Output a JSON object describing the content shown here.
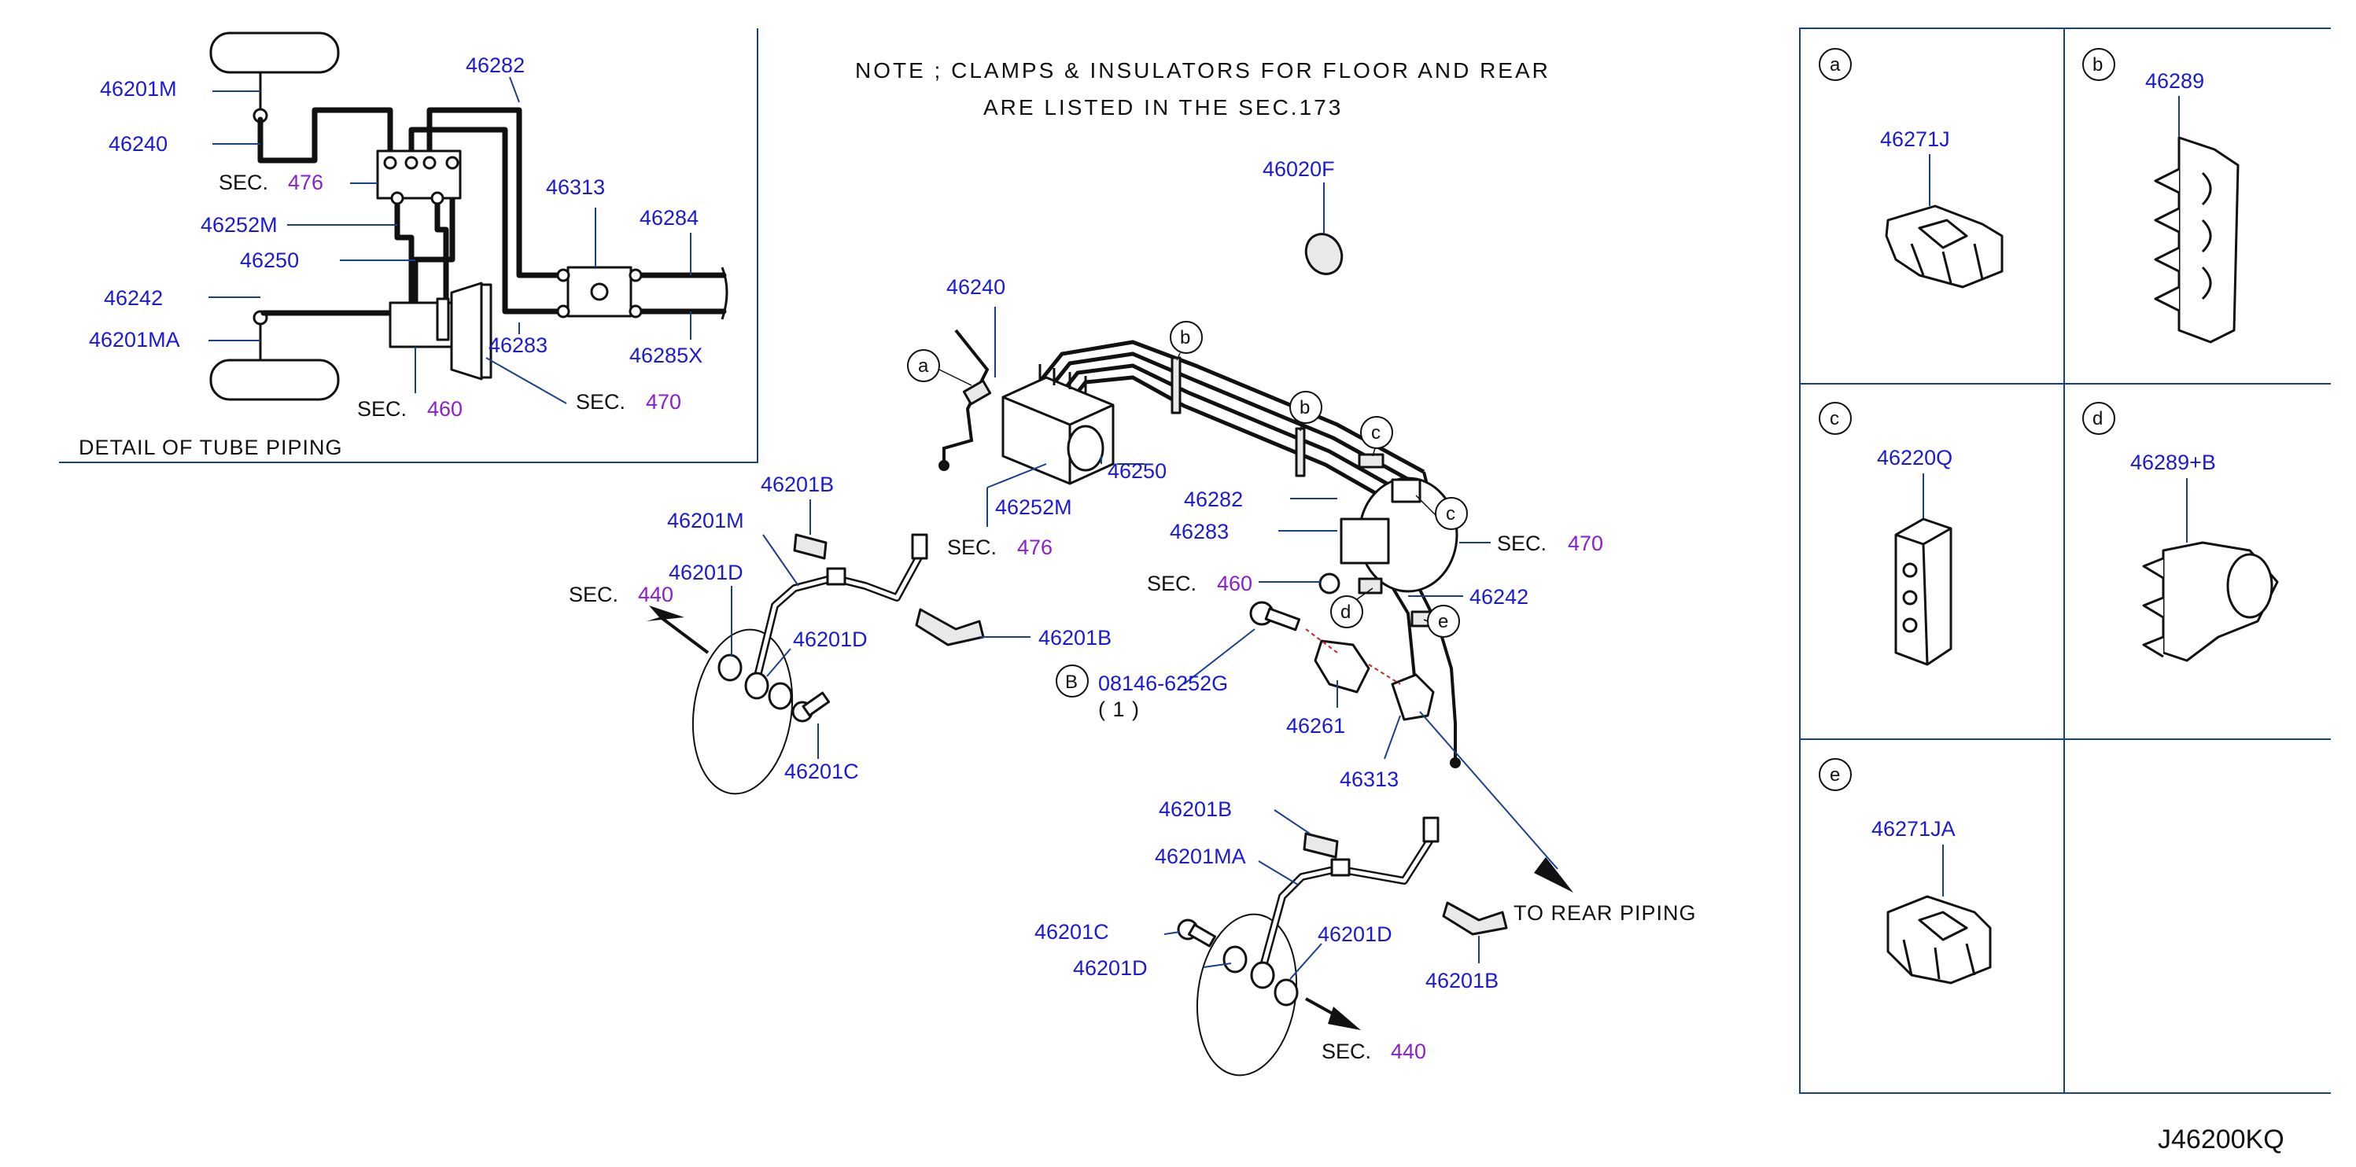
{
  "note": {
    "line1": "NOTE ; CLAMPS & INSULATORS FOR FLOOR AND REAR",
    "line2": "ARE LISTED IN THE SEC.173"
  },
  "detail": {
    "caption": "DETAIL OF TUBE PIPING",
    "labels": {
      "p46201M": "46201M",
      "p46240": "46240",
      "p46282": "46282",
      "p46313": "46313",
      "p46284": "46284",
      "p46252M": "46252M",
      "p46250": "46250",
      "p46242": "46242",
      "p46201MA": "46201MA",
      "p46283": "46283",
      "p46285X": "46285X"
    },
    "sec476": {
      "prefix": "SEC.",
      "num": "476"
    },
    "sec460": {
      "prefix": "SEC.",
      "num": "460"
    },
    "sec470": {
      "prefix": "SEC.",
      "num": "470"
    }
  },
  "main": {
    "labels": {
      "p46020F": "46020F",
      "p46240": "46240",
      "p46250": "46250",
      "p46252M": "46252M",
      "p46282": "46282",
      "p46283": "46283",
      "p46242": "46242",
      "p46261": "46261",
      "p46313": "46313",
      "p08146": "08146-6252G",
      "qty": "( 1 )",
      "bolt_marker": "B"
    },
    "sec476": {
      "prefix": "SEC.",
      "num": "476"
    },
    "sec460": {
      "prefix": "SEC.",
      "num": "460"
    },
    "sec470": {
      "prefix": "SEC.",
      "num": "470"
    },
    "callouts": [
      "a",
      "b",
      "b",
      "c",
      "c",
      "d",
      "e"
    ],
    "rear_piping": "TO REAR PIPING"
  },
  "front_left": {
    "labels": {
      "p46201B_top": "46201B",
      "p46201M": "46201M",
      "p46201D_a": "46201D",
      "p46201D_b": "46201D",
      "p46201B_side": "46201B",
      "p46201C": "46201C"
    },
    "sec440": {
      "prefix": "SEC.",
      "num": "440"
    }
  },
  "front_right": {
    "labels": {
      "p46201B_top": "46201B",
      "p46201MA": "46201MA",
      "p46201C": "46201C",
      "p46201D_a": "46201D",
      "p46201D_b": "46201D",
      "p46201B_side": "46201B"
    },
    "sec440": {
      "prefix": "SEC.",
      "num": "440"
    }
  },
  "panels": [
    {
      "letter": "a",
      "part": "46271J"
    },
    {
      "letter": "b",
      "part": "46289"
    },
    {
      "letter": "c",
      "part": "46220Q"
    },
    {
      "letter": "d",
      "part": "46289+B"
    },
    {
      "letter": "e",
      "part": "46271JA"
    }
  ],
  "diagram_code": "J46200KQ",
  "colors": {
    "part_number": "#1a1ad6",
    "section_number": "#8a1fd0",
    "leader_line": "#1b3f8f",
    "line_art": "#111111"
  }
}
